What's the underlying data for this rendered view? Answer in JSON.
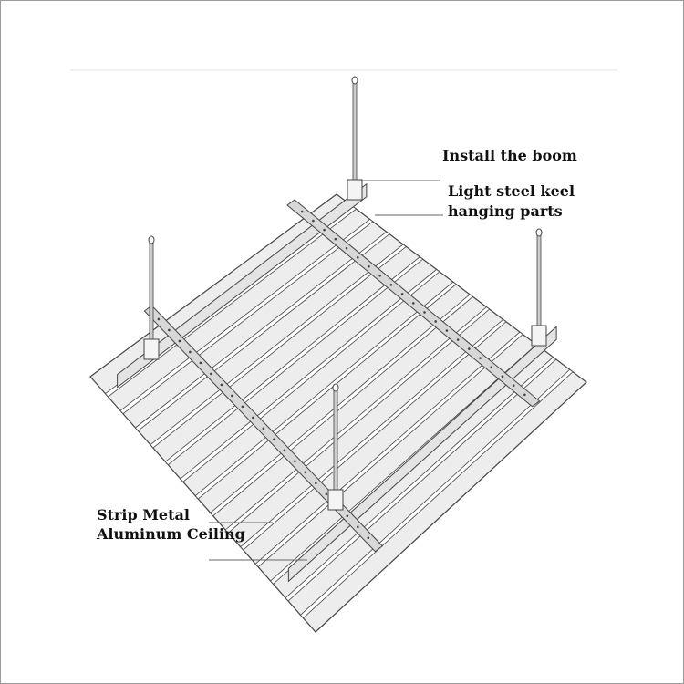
{
  "labels": {
    "boom": "Install the boom",
    "keel_line1": "Light steel keel",
    "keel_line2": "hanging parts",
    "ceiling_line1": "Strip Metal",
    "ceiling_line2": "Aluminum Ceiling"
  },
  "colors": {
    "line": "#444444",
    "panel": "#ededed",
    "keel": "#d8d8d8"
  }
}
